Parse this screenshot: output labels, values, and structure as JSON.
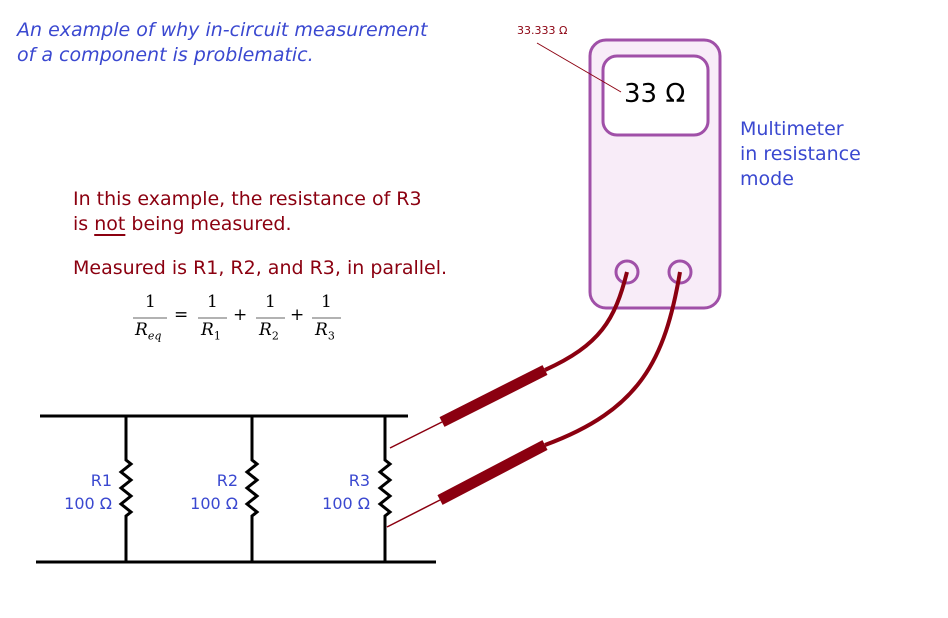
{
  "title": [
    "An example of why in-circuit measurement",
    "of a component is problematic."
  ],
  "multimeter": {
    "label": [
      "Multimeter",
      "in resistance",
      "mode"
    ],
    "display": "33 Ω",
    "exact_value": "33.333 Ω"
  },
  "explanation": {
    "line1": "In this example, the resistance of R3",
    "line2_pre": "is ",
    "line2_underlined": "not",
    "line2_post": " being measured.",
    "line3": "Measured is R1, R2, and R3, in parallel."
  },
  "formula": {
    "one": "1",
    "req": "R",
    "req_sub": "eq",
    "r": "R",
    "subs": [
      "1",
      "2",
      "3"
    ],
    "equals": "=",
    "plus": "+"
  },
  "resistors": [
    {
      "name": "R1",
      "value": "100 Ω"
    },
    {
      "name": "R2",
      "value": "100 Ω"
    },
    {
      "name": "R3",
      "value": "100 Ω"
    }
  ],
  "colors": {
    "blue": "#3a48d0",
    "red": "#8b0010",
    "meter": "#a050a8"
  }
}
